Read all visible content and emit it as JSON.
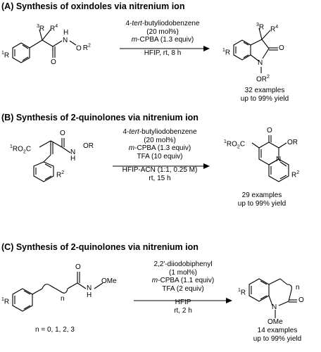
{
  "panels": [
    {
      "title": "(A) Synthesis of oxindoles via nitrenium ion",
      "reactant_labels": {
        "r3": "3R",
        "r4": "R4",
        "h": "H",
        "n": "N",
        "o_r2": "O",
        "r2": "R2",
        "r1": "1R",
        "o": "O"
      },
      "conditions": {
        "line1": "4-tert-butyliodobenzene",
        "line2": "(20 mol%)",
        "line3": "m-CPBA (1.3 equiv)",
        "line4": "HFIP, rt, 8 h"
      },
      "product_labels": {
        "r3": "3R",
        "r4": "R4",
        "r1": "1R",
        "o": "O",
        "n": "N",
        "or2": "OR2"
      },
      "result": {
        "examples": "32 examples",
        "yield": "up to 99% yield"
      }
    },
    {
      "title": "(B) Synthesis of 2-quinolones via nitrenium ion",
      "reactant_labels": {
        "ester": "1RO2C",
        "o": "O",
        "h": "H",
        "n": "N",
        "or": "OR",
        "r2": "R2"
      },
      "conditions": {
        "line1": "4-tert-butyliodobenzene",
        "line2": "(20 mol%)",
        "line3": "m-CPBA (1.3 equiv)",
        "line4": "TFA (10 equiv)",
        "line5": "HFIP-ACN (1:1, 0.25 M)",
        "line6": "rt, 15 h"
      },
      "product_labels": {
        "ester": "1RO2C",
        "o": "O",
        "n": "N",
        "or": "OR",
        "r2": "R2"
      },
      "result": {
        "examples": "29 examples",
        "yield": "up to 99% yield"
      }
    },
    {
      "title": "(C) Synthesis of 2-quinolones via nitrenium ion",
      "reactant_labels": {
        "r1": "1R",
        "n_sub": "n",
        "o": "O",
        "n": "N",
        "h": "H",
        "ome": "OMe",
        "n_values": "n = 0, 1, 2, 3"
      },
      "conditions": {
        "line1": "2,2'-diiodobiphenyl",
        "line2": "(1 mol%)",
        "line3": "m-CPBA (1.1 equiv)",
        "line4": "TFA (2 equiv)",
        "line5": "HFIP",
        "line6": "rt, 2 h"
      },
      "product_labels": {
        "r1": "1R",
        "n_sub": "n",
        "o": "O",
        "n": "N",
        "ome": "OMe"
      },
      "result": {
        "examples": "14 examples",
        "yield": "up to 99% yield"
      }
    }
  ]
}
